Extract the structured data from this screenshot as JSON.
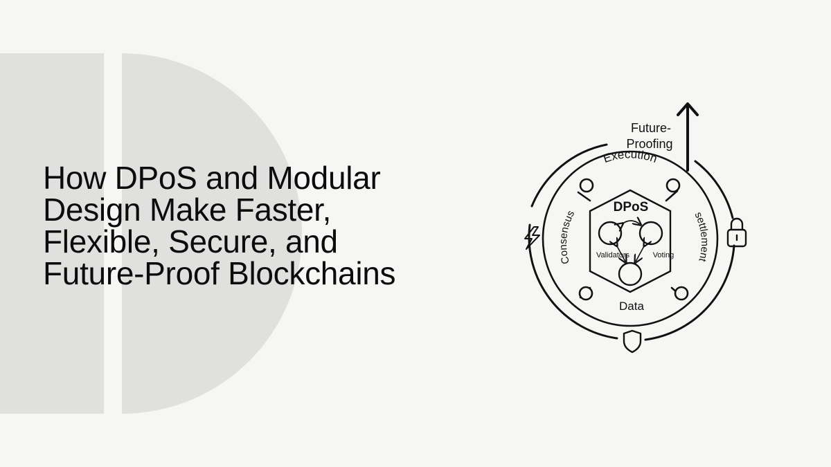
{
  "headline": {
    "lines": [
      "How DPoS and Modular",
      "Design Make Faster,",
      "Flexible, Secure, and",
      "Future-Proof Blockchains"
    ]
  },
  "diagram": {
    "future_line1": "Future-",
    "future_line2": "Proofing",
    "ring": {
      "top": "Execution",
      "left": "Consensus",
      "right": "settlement",
      "bottom": "Data"
    },
    "core": {
      "title": "DPoS",
      "node_left": "Validators",
      "node_right": "Voting"
    },
    "icons": [
      "lightning-icon",
      "lock-icon",
      "shield-icon",
      "up-arrow-icon"
    ]
  }
}
